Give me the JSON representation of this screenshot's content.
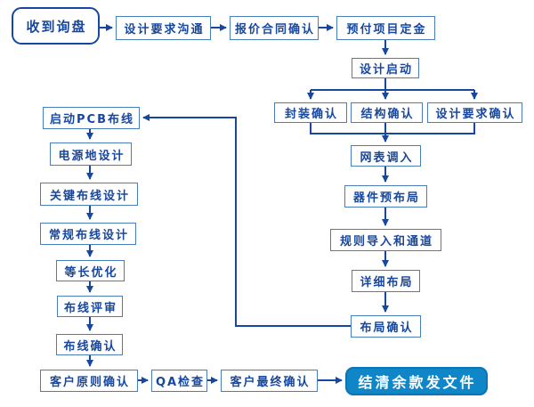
{
  "diagram": {
    "nodes": {
      "start": "收到询盘",
      "design_requirements": "设计要求沟通",
      "quote_contract": "报价合同确认",
      "prepay_deposit": "预付项目定金",
      "design_kickoff": "设计启动",
      "footprint_confirm": "封装确认",
      "structure_confirm": "结构确认",
      "design_req_confirm": "设计要求确认",
      "netlist_import": "网表调入",
      "component_prelayout": "器件预布局",
      "rules_import_channel": "规则导入和通道",
      "detailed_layout": "详细布局",
      "layout_confirm": "布局确认",
      "start_pcb_routing": "启动PCB布线",
      "power_ground_design": "电源地设计",
      "critical_routing": "关键布线设计",
      "general_routing": "常规布线设计",
      "length_matching": "等长优化",
      "routing_review": "布线评审",
      "routing_confirm": "布线确认",
      "customer_principle_confirm": "客户原则确认",
      "qa_check": "QA检查",
      "customer_final_confirm": "客户最终确认",
      "final_payment_delivery": "结清余款发文件"
    },
    "colors": {
      "line": "#17479e",
      "box_border": "#4a7ebb",
      "text": "#17479e",
      "end_fill": "#0f86c8",
      "end_text": "#ffffff",
      "background": "#ffffff"
    }
  }
}
